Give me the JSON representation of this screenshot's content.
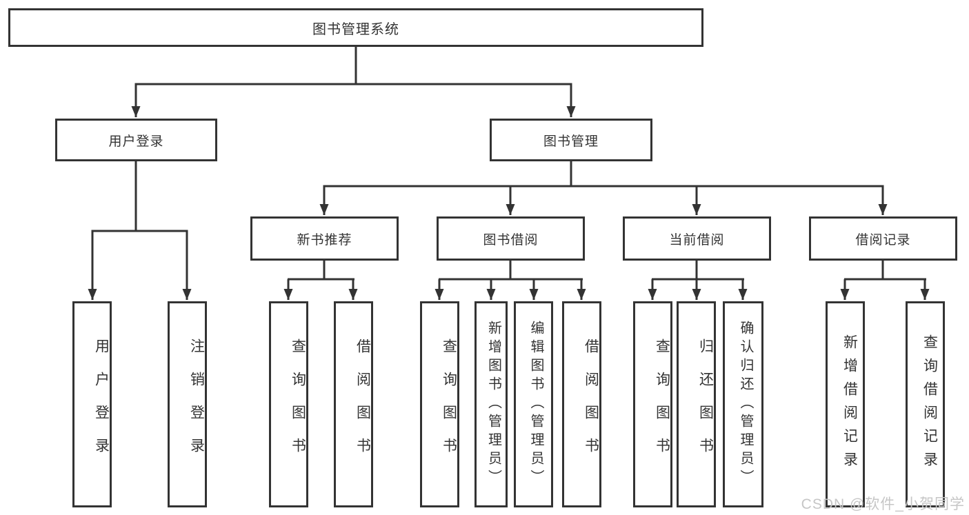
{
  "diagram": {
    "root": {
      "label": "图书管理系统"
    },
    "level2": {
      "user_login": {
        "label": "用户登录"
      },
      "book_mgmt": {
        "label": "图书管理"
      }
    },
    "level3": {
      "new_book_rec": {
        "label": "新书推荐"
      },
      "book_borrow": {
        "label": "图书借阅"
      },
      "current_borrow": {
        "label": "当前借阅"
      },
      "borrow_records": {
        "label": "借阅记录"
      }
    },
    "leaves": {
      "user_login_children": {
        "leaf_user_login": {
          "label": "用户登录"
        },
        "leaf_logout": {
          "label": "注销登录"
        }
      },
      "new_book_rec_children": {
        "leaf_query_book_1": {
          "label": "查询图书"
        },
        "leaf_borrow_book_1": {
          "label": "借阅图书"
        }
      },
      "book_borrow_children": {
        "leaf_query_book_2": {
          "label": "查询图书"
        },
        "leaf_add_book": {
          "label": "新增图书（管理员）"
        },
        "leaf_edit_book": {
          "label": "编辑图书（管理员）"
        },
        "leaf_borrow_book_2": {
          "label": "借阅图书"
        }
      },
      "current_borrow_children": {
        "leaf_query_book_3": {
          "label": "查询图书"
        },
        "leaf_return_book": {
          "label": "归还图书"
        },
        "leaf_confirm_return": {
          "label": "确认归还（管理员）"
        }
      },
      "borrow_records_children": {
        "leaf_add_record": {
          "label": "新增借阅记录"
        },
        "leaf_query_record": {
          "label": "查询借阅记录"
        }
      }
    },
    "colors": {
      "line": "#333333",
      "text": "#333333",
      "box_background": "#ffffff",
      "watermark": "#c6c6c6"
    }
  },
  "watermark": {
    "text": "CSDN @软件_小贺同学"
  }
}
